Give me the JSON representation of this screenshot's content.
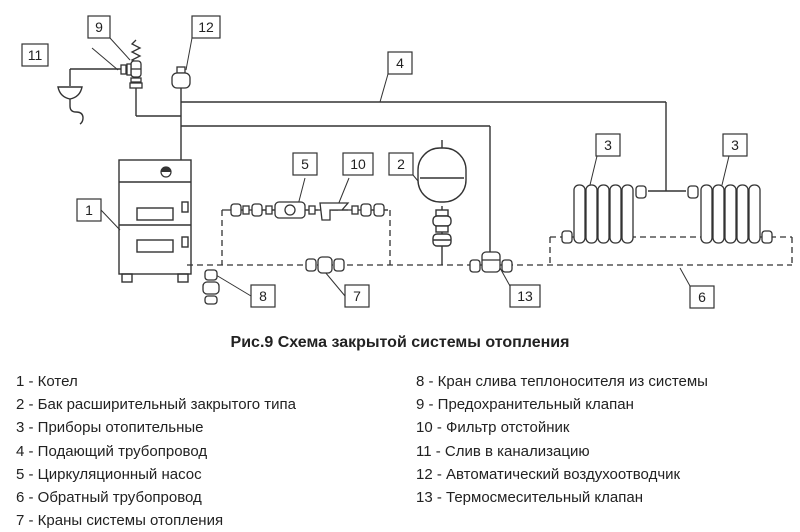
{
  "diagram": {
    "title": "Рис.9 Схема закрытой системы отопления",
    "callouts": [
      "1",
      "2",
      "3",
      "3",
      "4",
      "5",
      "6",
      "7",
      "8",
      "9",
      "10",
      "11",
      "12",
      "13"
    ]
  },
  "legend": {
    "left": [
      "1 - Котел",
      "2 - Бак расширительный закрытого типа",
      "3 - Приборы отопительные",
      "4 - Подающий трубопровод",
      "5 - Циркуляционный насос",
      "6 - Обратный трубопровод",
      "7 - Краны системы отопления"
    ],
    "right": [
      "8 - Кран слива теплоносителя из системы",
      "9 - Предохранительный клапан",
      "10 - Фильтр отстойник",
      "11 - Слив в канализацию",
      "12 - Автоматический воздухоотводчик",
      "13 - Термосмесительный клапан"
    ]
  }
}
